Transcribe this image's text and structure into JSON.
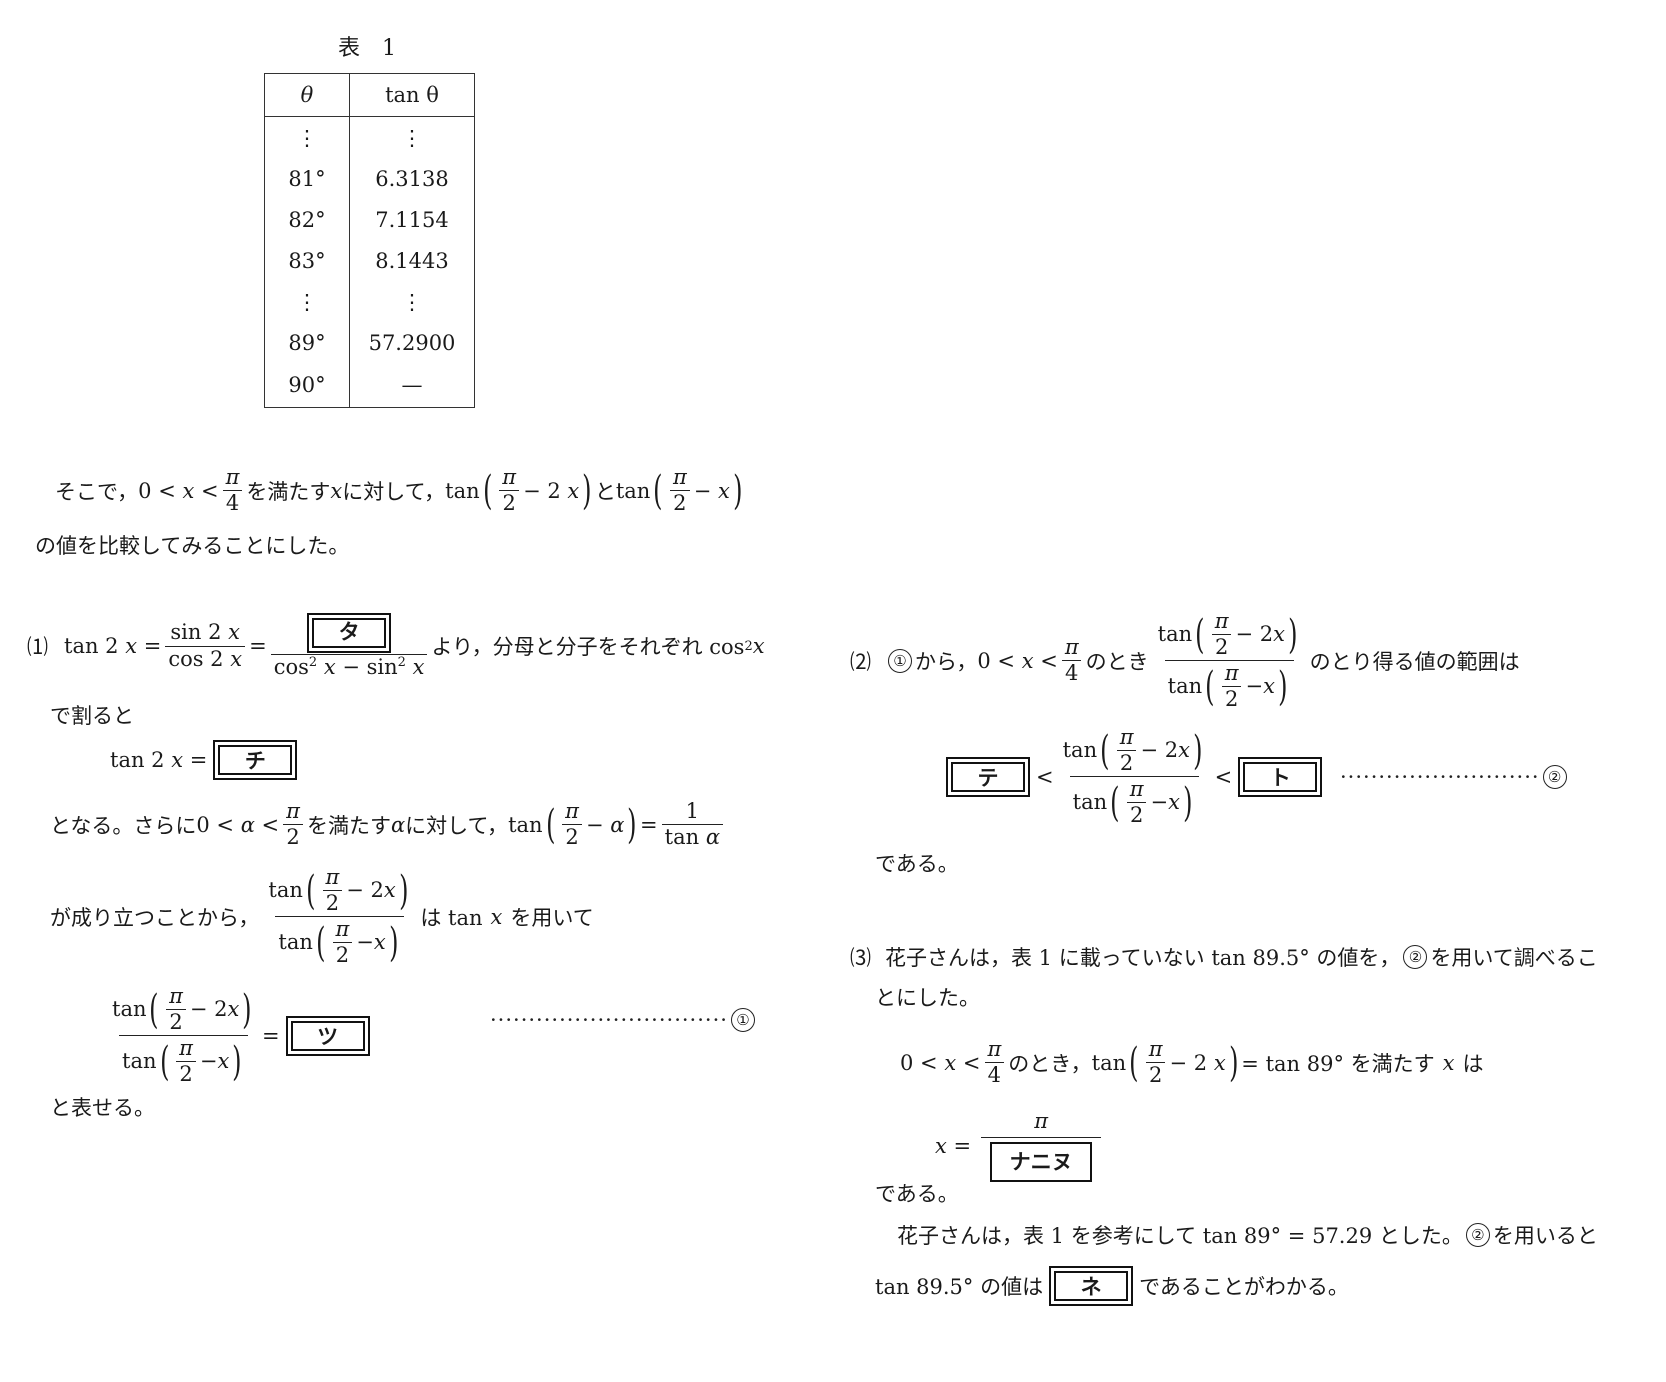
{
  "table": {
    "caption_label": "表",
    "caption_number": "1",
    "headers": [
      "θ",
      "tan θ"
    ],
    "rows": [
      [
        "⋮",
        "⋮"
      ],
      [
        "81°",
        "6.3138"
      ],
      [
        "82°",
        "7.1154"
      ],
      [
        "83°",
        "8.1443"
      ],
      [
        "⋮",
        "⋮"
      ],
      [
        "89°",
        "57.2900"
      ],
      [
        "90°",
        "—"
      ]
    ]
  },
  "intro": {
    "t1": "そこで，",
    "t2": "を満たす",
    "t3": "に対して，",
    "t4": "と",
    "line2": "の値を比較してみることにした。"
  },
  "q1": {
    "label": "⑴",
    "t_yori": "より，分母と分子をそれぞれ cos",
    "t_warudo": "で割ると",
    "t_naru": "となる。さらに",
    "t_mitasu": "を満たす",
    "t_taishite": "に対して，",
    "t_naritatsu": "が成り立つことから，",
    "t_mochiite": "は tan",
    "t_mochiite2": "を用いて",
    "t_arawaseru": "と表せる。",
    "box_ta": "タ",
    "box_chi": "チ",
    "box_tsu": "ツ",
    "ref1": "①"
  },
  "q2": {
    "label": "⑵",
    "t_kara": "から，",
    "t_notoki": "のとき",
    "t_hani": "のとり得る値の範囲は",
    "t_dearu": "である。",
    "box_te": "テ",
    "box_to": "ト",
    "ref1": "①",
    "ref2": "②"
  },
  "q3": {
    "label": "⑶",
    "line1": "花子さんは，表 1 に載っていない tan 89.5° の値を，",
    "line1b": "を用いて調べるこ",
    "line2": "とにした。",
    "t_notoki": "のとき，",
    "t_tan89": "= tan 89° を満たす",
    "t_ha": "は",
    "t_dearu": "である。",
    "line_hanako": "花子さんは，表 1 を参考にして tan 89° = 57.29 とした。",
    "line_hanako_b": "を用いると",
    "t_last1": "tan 89.5° の値は",
    "t_last2": "であることがわかる。",
    "box_naninu": "ナニヌ",
    "box_ne": "ネ",
    "ref2": "②"
  }
}
